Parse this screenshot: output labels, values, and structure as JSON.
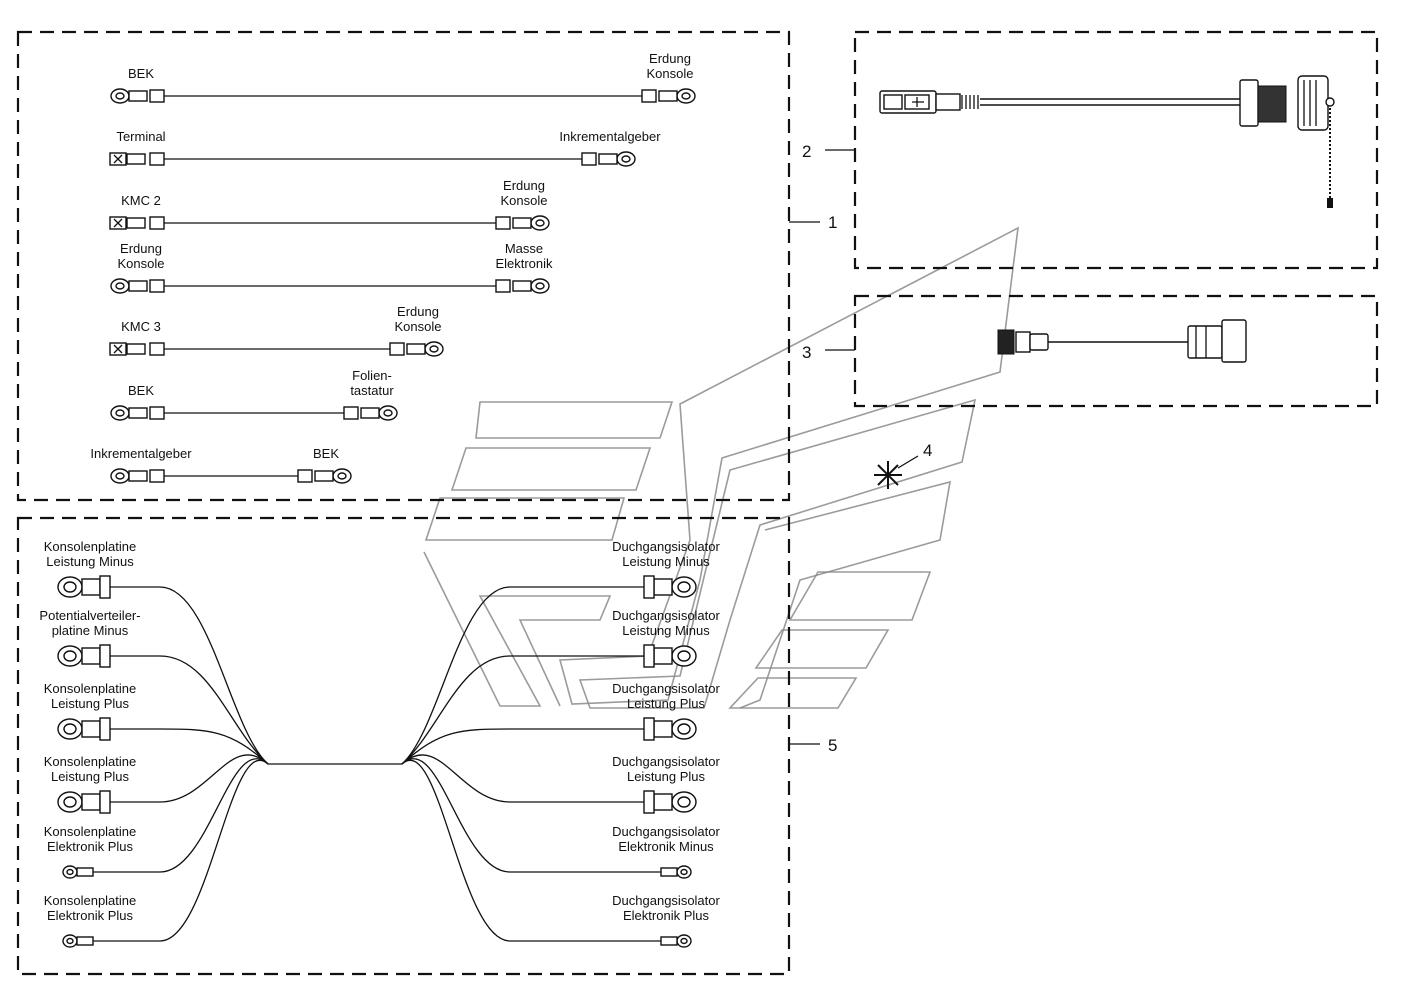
{
  "callouts": [
    "1",
    "2",
    "3",
    "4",
    "5"
  ],
  "group1_cables": [
    {
      "left": [
        "BEK"
      ],
      "right": [
        "Erdung",
        "Konsole"
      ],
      "left_type": "ring",
      "right_type": "ring"
    },
    {
      "left": [
        "Terminal"
      ],
      "right": [
        "Inkrementalgeber"
      ],
      "left_type": "plug",
      "right_type": "ring"
    },
    {
      "left": [
        "KMC 2"
      ],
      "right": [
        "Erdung",
        "Konsole"
      ],
      "left_type": "plug",
      "right_type": "ring"
    },
    {
      "left": [
        "Erdung",
        "Konsole"
      ],
      "right": [
        "Masse",
        "Elektronik"
      ],
      "left_type": "ring",
      "right_type": "ring"
    },
    {
      "left": [
        "KMC 3"
      ],
      "right": [
        "Erdung",
        "Konsole"
      ],
      "left_type": "plug",
      "right_type": "ring"
    },
    {
      "left": [
        "BEK"
      ],
      "right": [
        "Folien-",
        "tastatur"
      ],
      "left_type": "ring",
      "right_type": "ring"
    },
    {
      "left": [
        "Inkrementalgeber"
      ],
      "right": [
        "BEK"
      ],
      "left_type": "ring",
      "right_type": "ring"
    }
  ],
  "harness_left": [
    {
      "lines": [
        "Konsolenplatine",
        "Leistung Minus"
      ],
      "type": "large"
    },
    {
      "lines": [
        "Potentialverteiler-",
        "platine Minus"
      ],
      "type": "large"
    },
    {
      "lines": [
        "Konsolenplatine",
        "Leistung Plus"
      ],
      "type": "large"
    },
    {
      "lines": [
        "Konsolenplatine",
        "Leistung Plus"
      ],
      "type": "large"
    },
    {
      "lines": [
        "Konsolenplatine",
        "Elektronik Plus"
      ],
      "type": "small"
    },
    {
      "lines": [
        "Konsolenplatine",
        "Elektronik Plus"
      ],
      "type": "small"
    }
  ],
  "harness_right": [
    {
      "lines": [
        "Duchgangsisolator",
        "Leistung Minus"
      ],
      "type": "large"
    },
    {
      "lines": [
        "Duchgangsisolator",
        "Leistung Minus"
      ],
      "type": "large"
    },
    {
      "lines": [
        "Duchgangsisolator",
        "Leistung Plus"
      ],
      "type": "large"
    },
    {
      "lines": [
        "Duchgangsisolator",
        "Leistung Plus"
      ],
      "type": "large"
    },
    {
      "lines": [
        "Duchgangsisolator",
        "Elektronik Minus"
      ],
      "type": "small"
    },
    {
      "lines": [
        "Duchgangsisolator",
        "Elektronik Plus"
      ],
      "type": "small"
    }
  ]
}
